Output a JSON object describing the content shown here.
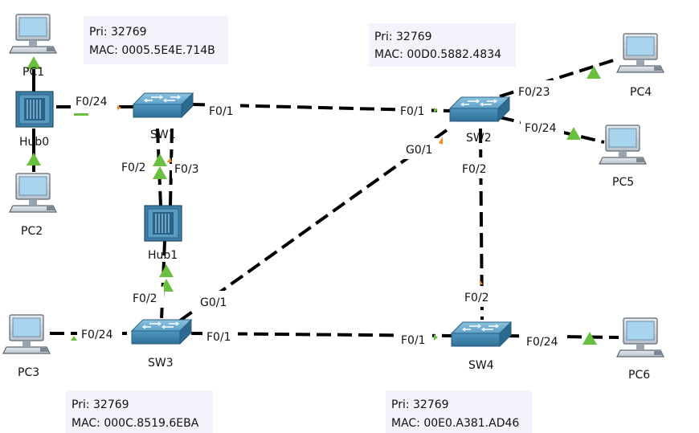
{
  "devices": {
    "pc1": {
      "label": "PC1"
    },
    "pc2": {
      "label": "PC2"
    },
    "pc3": {
      "label": "PC3"
    },
    "pc4": {
      "label": "PC4"
    },
    "pc5": {
      "label": "PC5"
    },
    "pc6": {
      "label": "PC6"
    },
    "hub0": {
      "label": "Hub0"
    },
    "hub1": {
      "label": "Hub1"
    },
    "sw1": {
      "label": "SW1"
    },
    "sw2": {
      "label": "SW2"
    },
    "sw3": {
      "label": "SW3"
    },
    "sw4": {
      "label": "SW4"
    }
  },
  "info": {
    "sw1": {
      "pri": "Pri: 32769",
      "mac": "MAC: 0005.5E4E.714B"
    },
    "sw2": {
      "pri": "Pri: 32769",
      "mac": "MAC: 00D0.5882.4834"
    },
    "sw3": {
      "pri": "Pri: 32769",
      "mac": "MAC: 000C.8519.6EBA"
    },
    "sw4": {
      "pri": "Pri: 32769",
      "mac": "MAC: 00E0.A381.AD46"
    }
  },
  "ports": {
    "hub0_sw1": "F0/24",
    "sw1_sw2_a": "F0/1",
    "sw1_sw2_b": "F0/1",
    "sw2_pc4": "F0/23",
    "sw2_pc5": "F0/24",
    "sw2_g01": "G0/1",
    "sw2_sw4": "F0/2",
    "sw1_hub1_a": "F0/2",
    "sw1_hub1_b": "F0/3",
    "sw3_hub1": "F0/2",
    "sw3_g01": "G0/1",
    "sw3_pc3": "F0/24",
    "sw3_sw4_a": "F0/1",
    "sw3_sw4_b": "F0/1",
    "sw4_sw2": "F0/2",
    "sw4_pc6": "F0/24"
  },
  "colors": {
    "link_up": "#6abf40",
    "link_block": "#f08a20",
    "switch_body": "#4a90b8",
    "hub_body": "#3d7fa8",
    "pc_screen": "#a8d4ee",
    "info_bg": "#f3f4fb"
  }
}
